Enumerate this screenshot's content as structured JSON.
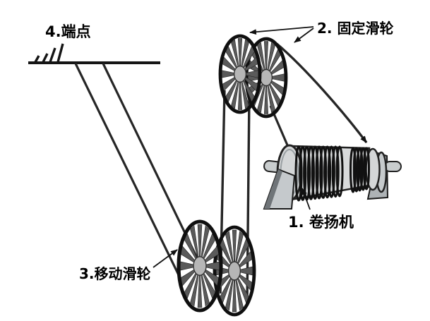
{
  "labels": {
    "winch": "1. 卷扬机",
    "fixed_pulley": "2. 固定滑轮",
    "moving_pulley": "3.移动滑轮",
    "endpoint": "4.端点"
  },
  "colors": {
    "background": "#ffffff",
    "line": "#151515",
    "rope": "#262626",
    "wheel_rim": "#0f0f0f",
    "wheel_spoke": "#5a5a5a",
    "wheel_hub": "#b6b6b6",
    "drum_body": "#d8dadb",
    "drum_cap": "#d4d6d7",
    "coil": "#111111",
    "stand": "#c5c9cc",
    "stand_shadow": "#6f7478",
    "axle": "#c9cdce",
    "text": "#000000"
  }
}
